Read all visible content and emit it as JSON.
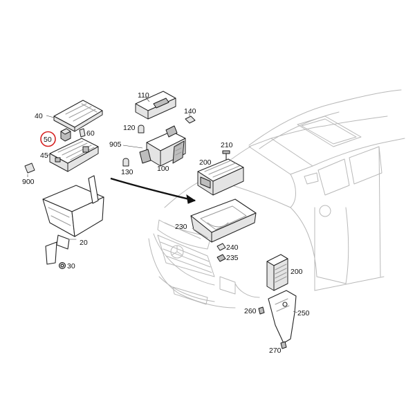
{
  "colors": {
    "callout_ring": "#d62020",
    "arrow": "#111111"
  },
  "labels": {
    "p40": "40",
    "p60": "60",
    "p50": "50",
    "p45": "45",
    "p900": "900",
    "p20": "20",
    "p30": "30",
    "p110": "110",
    "p140": "140",
    "p120": "120",
    "p905": "905",
    "p100": "100",
    "p130": "130",
    "p210": "210",
    "p200_top": "200",
    "p230": "230",
    "p240": "240",
    "p235": "235",
    "p200_bottom": "200",
    "p260": "260",
    "p250": "250",
    "p270": "270"
  },
  "highlighted_part": "50"
}
